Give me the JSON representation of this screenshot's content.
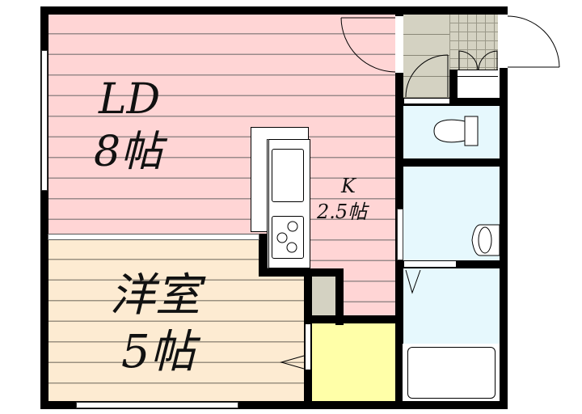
{
  "floorplan": {
    "rooms": {
      "ld": {
        "name": "LD",
        "size": "8帖",
        "color": "#ffd5d5"
      },
      "kitchen": {
        "name": "K",
        "size": "2.5帖",
        "color": "#ffd5d5"
      },
      "western_room": {
        "name": "洋室",
        "size": "5帖",
        "color": "#fdebd2"
      },
      "entrance": {
        "color": "#d4d2c2"
      },
      "toilet": {
        "color": "#e6f8fd"
      },
      "washroom": {
        "color": "#e6f8fd"
      },
      "bathroom": {
        "color": "#e6f8fd"
      },
      "storage": {
        "color": "#ffffa8"
      },
      "closet": {
        "color": "#d4d2c2"
      }
    },
    "fixtures": [
      "sink",
      "stove-3-burner",
      "toilet",
      "washbasin",
      "bathtub",
      "shoe-cabinet",
      "washing-machine-space"
    ],
    "wall_color": "#000000"
  }
}
